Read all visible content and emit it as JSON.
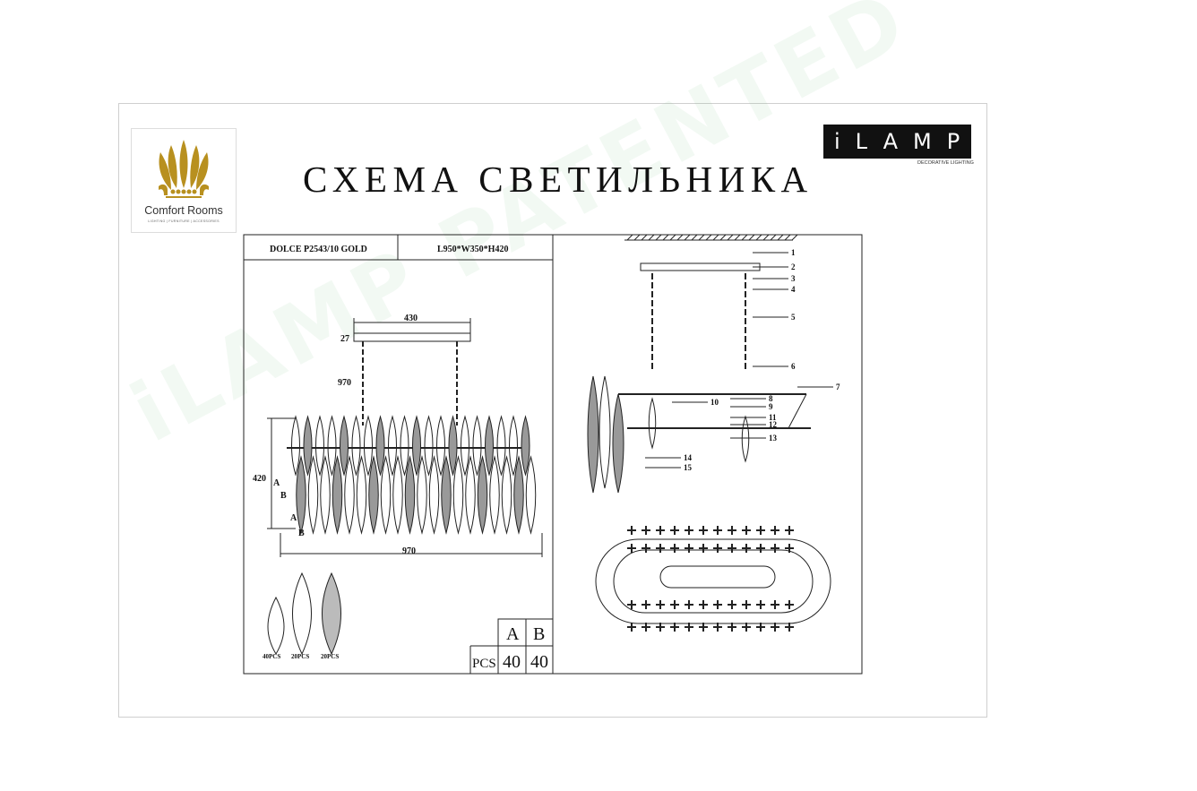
{
  "document": {
    "title": "СХЕМА СВЕТИЛЬНИКА",
    "model": "DOLCE P2543/10 GOLD",
    "dimensions": "L950*W350*H420",
    "watermark": "iLAMP PATENTED"
  },
  "logos": {
    "comfort_rooms": {
      "name": "Comfort Rooms",
      "tagline": "LIGHTING | FURNITURE | ACCESSORIES",
      "color": "#b8901f"
    },
    "ilamp": {
      "name": "iLAMP",
      "tagline": "DECORATIVE LIGHTING"
    }
  },
  "front_view": {
    "dim_top": "430",
    "dim_plate": "27",
    "dim_chain": "970",
    "dim_height": "420",
    "dim_width": "970",
    "label_a": "A",
    "label_b": "B"
  },
  "crystals": [
    {
      "count": "40PCS"
    },
    {
      "count": "20PCS"
    },
    {
      "count": "20PCS"
    }
  ],
  "pcs_table": {
    "header_row": [
      "A",
      "B"
    ],
    "row_label": "PCS",
    "values": [
      "40",
      "40"
    ]
  },
  "assembly_callouts": [
    "1",
    "2",
    "3",
    "4",
    "5",
    "6",
    "7",
    "8",
    "9",
    "10",
    "11",
    "12",
    "13",
    "14",
    "15"
  ]
}
